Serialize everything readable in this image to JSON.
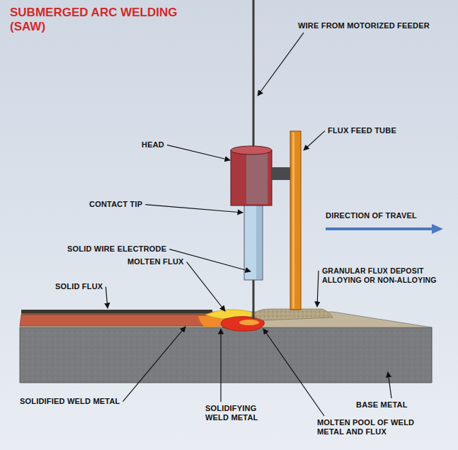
{
  "diagram": {
    "title": "SUBMERGED ARC WELDING (SAW)",
    "labels": [
      "WIRE FROM MOTORIZED FEEDER",
      "FLUX FEED TUBE",
      "HEAD",
      "CONTACT TIP",
      "DIRECTION OF TRAVEL",
      "SOLID WIRE ELECTRODE",
      "GRANULAR FLUX DEPOSIT ALLOYING OR NON-ALLOYING",
      "MOLTEN FLUX",
      "SOLID FLUX",
      "SOLIDIFIED WELD METAL",
      "SOLIDIFYING WELD METAL",
      "BASE METAL",
      "MOLTEN POOL OF WELD METAL AND FLUX"
    ]
  }
}
